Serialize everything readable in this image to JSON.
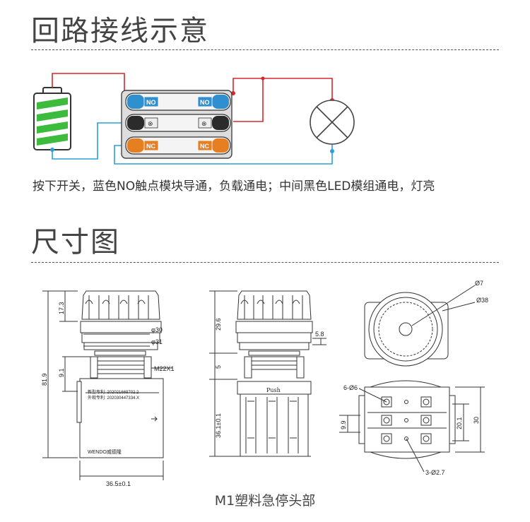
{
  "section_wiring": {
    "title": "回路接线示意",
    "description": "按下开关，蓝色NO触点模块导通，负载通电；中间黑色LED模组通电，灯亮",
    "module_labels": [
      "NO",
      "NO",
      "NC",
      "NC"
    ]
  },
  "section_dimensions": {
    "title": "尺寸图",
    "caption": "M1塑料急停头部",
    "side_view_dims": [
      "17.3",
      "φ30",
      "φ31",
      "81.9",
      "9.1",
      "M22X1",
      "36.5±0.1"
    ],
    "side_view_texts": [
      "新型专利: 202021669702.2",
      "外观专利: 202030447334.X",
      "WENDO威德隆"
    ],
    "front_view_dims": [
      "29.6",
      "5.8",
      "5",
      "36.1±0.1",
      "Push"
    ],
    "top_view_dims": [
      "Ø7",
      "Ø38"
    ],
    "bottom_view_dims": [
      "6-Ø6",
      "9.9",
      "20.1",
      "30",
      "3-Ø2.7"
    ]
  },
  "colors": {
    "wire_red": "#d9262b",
    "wire_blue": "#2a9fd8",
    "module_blue": "#2f8fd0",
    "module_black": "#2b2b2b",
    "module_orange": "#e67e22",
    "battery_green": "#3dbb3d"
  }
}
